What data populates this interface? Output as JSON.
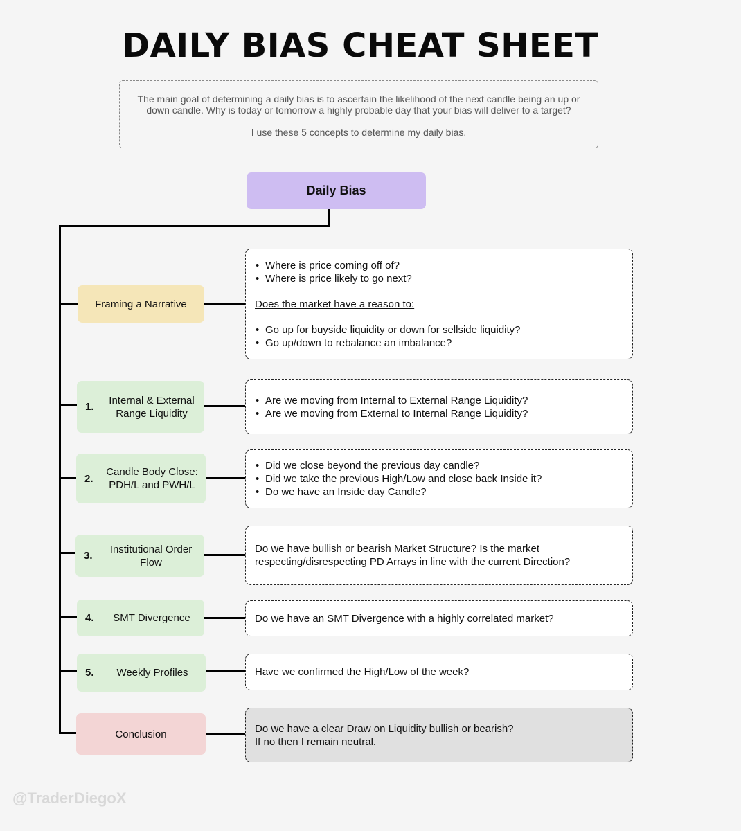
{
  "title": "DAILY BIAS CHEAT SHEET",
  "intro": {
    "line1": "The main goal of determining a daily bias is to ascertain the likelihood of the next candle being an up or down candle. Why is today or tomorrow a highly probable day that your bias will deliver to a target?",
    "line2": "I use these 5 concepts to determine my daily bias."
  },
  "root": {
    "label": "Daily Bias"
  },
  "nodes": [
    {
      "label": "Framing a Narrative",
      "bullets_top": [
        "Where is price coming off of?",
        "Where is price likely to go next?"
      ],
      "underlined": "Does the market have a reason to:",
      "bullets_bottom": [
        "Go up for buyside liquidity or down for sellside liquidity?",
        "Go up/down to rebalance an imbalance?"
      ]
    },
    {
      "number": "1.",
      "label": "Internal & External Range Liquidity",
      "bullets": [
        "Are we moving from Internal to External Range Liquidity?",
        "Are we moving from External to Internal Range Liquidity?"
      ]
    },
    {
      "number": "2.",
      "label": "Candle Body Close: PDH/L and PWH/L",
      "bullets": [
        "Did we close beyond the previous day candle?",
        "Did we take the previous High/Low and close back Inside it?",
        "Do we have an Inside day Candle?"
      ]
    },
    {
      "number": "3.",
      "label": "Institutional Order Flow",
      "text": "Do we have bullish or bearish Market Structure? Is the market respecting/disrespecting PD Arrays in line with the current Direction?"
    },
    {
      "number": "4.",
      "label": "SMT Divergence",
      "text": "Do we have an SMT Divergence with a highly correlated market?"
    },
    {
      "number": "5.",
      "label": "Weekly Profiles",
      "text": "Have we confirmed the High/Low of the week?"
    },
    {
      "label": "Conclusion",
      "line1": "Do we have a clear Draw on Liquidity bullish or bearish?",
      "line2": "If no then I remain neutral."
    }
  ],
  "watermark": "@TraderDiegoX",
  "colors": {
    "root": "#cebdf2",
    "narrative": "#f5e6b8",
    "concept": "#dcefd8",
    "conclusion": "#f3d5d5",
    "conclusion_box": "#e0e0e0"
  }
}
